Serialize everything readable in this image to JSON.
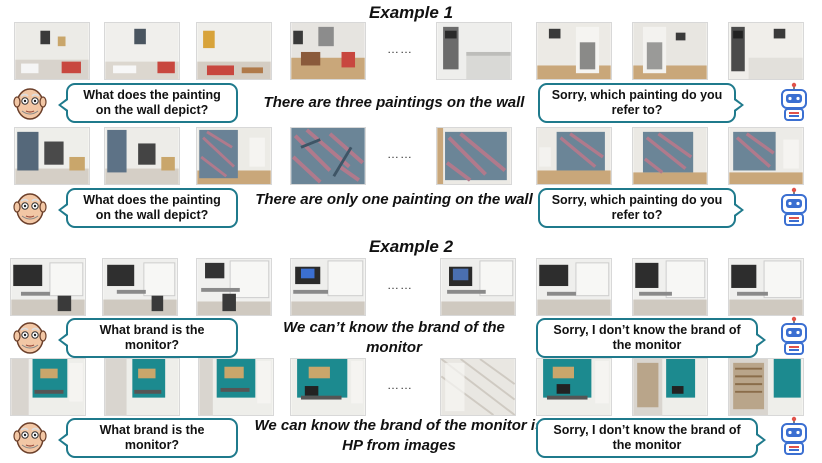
{
  "examples": [
    {
      "title": "Example 1",
      "rows": [
        {
          "question": "What does the painting on the wall depict?",
          "statement": "There are three paintings on the wall",
          "reply": "Sorry, which painting do you refer to?"
        },
        {
          "question": "What does the painting on the wall depict?",
          "statement": "There are only one painting on the wall",
          "reply": "Sorry, which painting do you refer to?"
        }
      ]
    },
    {
      "title": "Example 2",
      "rows": [
        {
          "question": "What brand is the monitor?",
          "statement": "We can’t know the brand of the monitor",
          "reply": "Sorry, I don’t know the brand of the monitor"
        },
        {
          "question": "What brand is the monitor?",
          "statement": "We can know the brand of the monitor is HP from images",
          "reply": "Sorry, I don’t know the brand of the monitor"
        }
      ]
    }
  ],
  "ellipsis": "……",
  "icons": {
    "user": "elderly-man-avatar-icon",
    "agent": "robot-avatar-icon"
  },
  "colors": {
    "bubble_border": "#1f7a8c",
    "robot_blue": "#3b6fd1",
    "robot_red": "#e0524a"
  }
}
